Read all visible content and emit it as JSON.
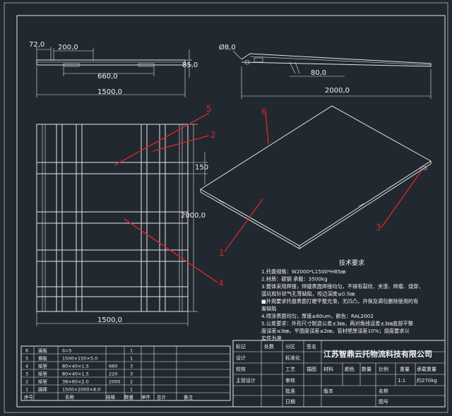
{
  "dimensions": {
    "top_left_72": "72,0",
    "top_left_200": "200,0",
    "top_660": "660,0",
    "top_85": "85,0",
    "top_1500": "1500,0",
    "side_diam8": "Ø8,0",
    "side_80": "80,0",
    "side_2000": "2000,0",
    "plan_150": "150",
    "plan_2000": "2000,0",
    "plan_1500": "1500,0"
  },
  "callouts": [
    "1",
    "2",
    "3",
    "4",
    "5",
    "6"
  ],
  "notes": {
    "title": "技术要求",
    "lines": [
      "1.托盘规格：W2000*L1500*H85㎜",
      "2.材质：碳钢   承载：3500kg",
      "3.整体采用焊接，焊缝表面焊接均匀，不得有裂纹、夹渣、焊瘤、烧穿、",
      "  弧坑和针状气孔等缺陷，咬边深度≤0.5㎜",
      "■外观要求托盘表面打磨平整光滑，无凹凸，并保及满包删除使用的有",
      "  害缺陷",
      "4.喷涂表面均匀，厚度≥60um，颜色：RAL2002",
      "5.公差要求：外形尺寸制造公差±3㎜，两对角线误差±3㎜底部平整",
      "  度误差≤3㎜，平面度误差≤2㎜，管材壁厚误差10%；烧度要求以",
      "  实件为准"
    ]
  },
  "bom": {
    "rows": [
      [
        "6",
        "面板",
        "δ=5",
        "1"
      ],
      [
        "5",
        "钢板",
        "1500×150×5.0",
        "1"
      ],
      [
        "4",
        "矩管",
        "80×40×1.5",
        "660",
        "3"
      ],
      [
        "3",
        "矩管",
        "80×40×1.5",
        "220",
        "3"
      ],
      [
        "2",
        "矩管",
        "38×60×2.0",
        "2000",
        "2"
      ],
      [
        "1",
        "圆棒",
        "1500×2000×8.0",
        "1"
      ]
    ],
    "header": [
      "序号",
      "名称",
      "规格",
      "数量",
      "单件",
      "总计",
      "备注"
    ]
  },
  "titleblock": {
    "company": "江苏智鼎云托物流科技有限公司",
    "labels": [
      "标记",
      "处数",
      "分区",
      "签名",
      "设计",
      "标准化",
      "校核",
      "工艺",
      "描图",
      "主管设计",
      "审核",
      "批准",
      "日期",
      "材料",
      "颜色",
      "数量",
      "比例",
      "重量",
      "版本",
      "名称",
      "图号"
    ],
    "scale": "1:1",
    "weight": "约270kg",
    "load_label": "承载重量"
  }
}
